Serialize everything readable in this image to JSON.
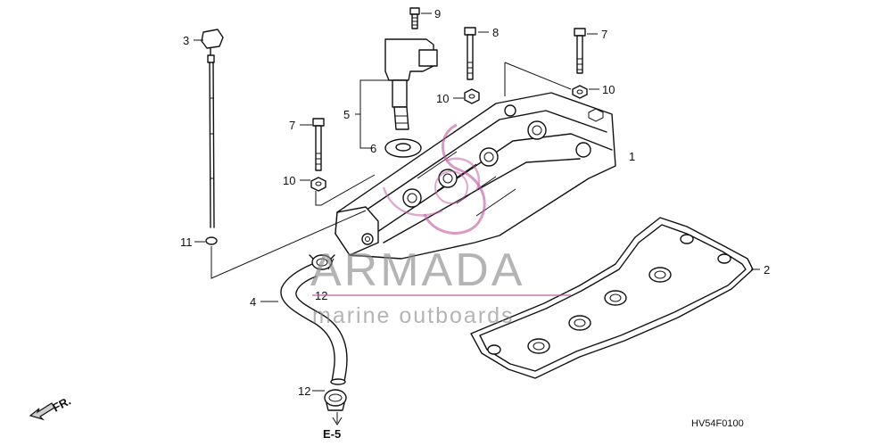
{
  "diagram": {
    "callouts": {
      "c1": "1",
      "c2": "2",
      "c3": "3",
      "c4": "4",
      "c5": "5",
      "c6": "6",
      "c7a": "7",
      "c7b": "7",
      "c8": "8",
      "c9": "9",
      "c10a": "10",
      "c10b": "10",
      "c10c": "10",
      "c11": "11",
      "c12a": "12",
      "c12b": "12"
    },
    "section_ref": "E-5",
    "front_indicator": "FR.",
    "drawing_code": "HV54F0100"
  },
  "watermark": {
    "brand": "ARMADA",
    "tagline": "marine outboards",
    "accent_color": "#c2559e"
  }
}
